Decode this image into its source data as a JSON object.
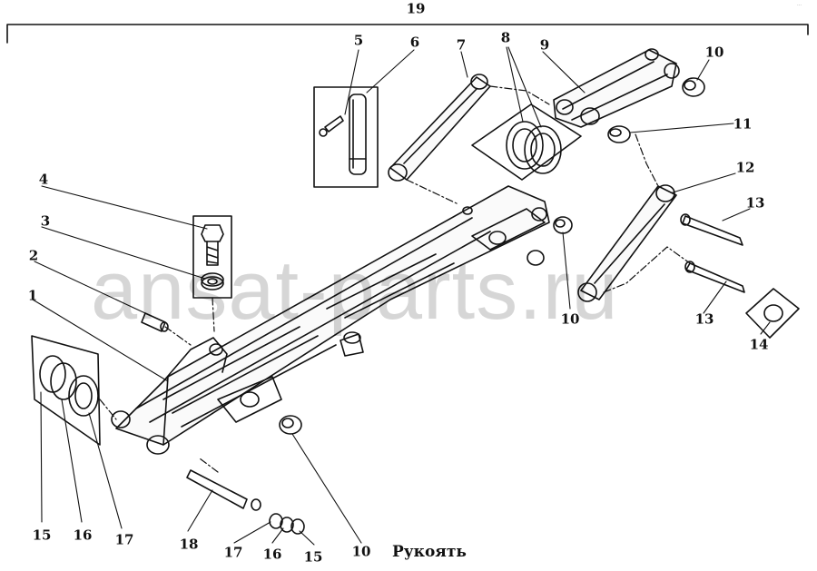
{
  "caption": "Рукоять",
  "watermark": "ansat-parts.ru",
  "corner_mark": "...",
  "colors": {
    "ink": "#111111",
    "watermark": "#cccccc",
    "paper": "#ffffff"
  },
  "callouts": [
    "19",
    "5",
    "6",
    "7",
    "8",
    "9",
    "10",
    "11",
    "12",
    "4",
    "3",
    "13",
    "2",
    "1",
    "10",
    "13",
    "14",
    "15",
    "16",
    "17",
    "18",
    "17",
    "16",
    "15",
    "10"
  ]
}
